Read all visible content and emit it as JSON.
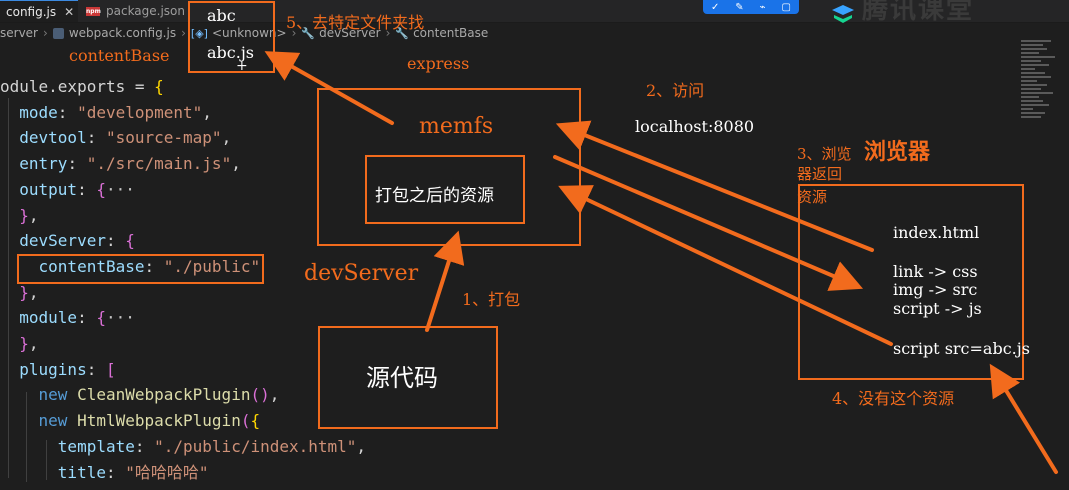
{
  "tabs": [
    {
      "label": "config.js",
      "active": true,
      "close": "✕"
    },
    {
      "label": "package.json",
      "active": false,
      "icon_text": "npm"
    }
  ],
  "breadcrumb": {
    "items": [
      "server",
      "webpack.config.js",
      "<unknown>",
      "devServer",
      "contentBase"
    ],
    "separator": "›"
  },
  "top_widget": {
    "icons": [
      "✓",
      "✎",
      "⌁",
      "▢"
    ]
  },
  "watermark": {
    "text": "腾讯课堂",
    "colors": {
      "logo_top": "#38a3ff",
      "logo_bottom": "#16d490"
    }
  },
  "code": {
    "lines": [
      {
        "parts": [
          [
            "odule.exports",
            "p"
          ],
          [
            " = ",
            "p"
          ],
          [
            "{",
            "b"
          ]
        ]
      },
      {
        "parts": [
          [
            "  mode",
            "k"
          ],
          [
            ": ",
            "p"
          ],
          [
            "\"development\"",
            "s"
          ],
          [
            ",",
            "p"
          ]
        ]
      },
      {
        "parts": [
          [
            "  devtool",
            "k"
          ],
          [
            ": ",
            "p"
          ],
          [
            "\"source-map\"",
            "s"
          ],
          [
            ",",
            "p"
          ]
        ]
      },
      {
        "parts": [
          [
            "  entry",
            "k"
          ],
          [
            ": ",
            "p"
          ],
          [
            "\"./src/main.js\"",
            "s"
          ],
          [
            ",",
            "p"
          ]
        ]
      },
      {
        "parts": [
          [
            "  output",
            "k"
          ],
          [
            ": ",
            "p"
          ],
          [
            "{",
            "r"
          ],
          [
            "···",
            "f"
          ]
        ]
      },
      {
        "parts": [
          [
            "  ",
            "p"
          ],
          [
            "}",
            "r"
          ],
          [
            ",",
            "p"
          ]
        ]
      },
      {
        "parts": [
          [
            "  devServer",
            "k"
          ],
          [
            ": ",
            "p"
          ],
          [
            "{",
            "r"
          ]
        ]
      },
      {
        "parts": [
          [
            "    contentBase",
            "k"
          ],
          [
            ": ",
            "p"
          ],
          [
            "\"./public\"",
            "s"
          ]
        ]
      },
      {
        "parts": [
          [
            "  ",
            "p"
          ],
          [
            "}",
            "r"
          ],
          [
            ",",
            "p"
          ]
        ]
      },
      {
        "parts": [
          [
            "  module",
            "k"
          ],
          [
            ": ",
            "p"
          ],
          [
            "{",
            "r"
          ],
          [
            "···",
            "f"
          ]
        ]
      },
      {
        "parts": [
          [
            "  ",
            "p"
          ],
          [
            "}",
            "r"
          ],
          [
            ",",
            "p"
          ]
        ]
      },
      {
        "parts": [
          [
            "  plugins",
            "k"
          ],
          [
            ": ",
            "p"
          ],
          [
            "[",
            "r"
          ]
        ]
      },
      {
        "parts": [
          [
            "    ",
            "p"
          ],
          [
            "new ",
            "w"
          ],
          [
            "CleanWebpackPlugin",
            "c"
          ],
          [
            "()",
            "q"
          ],
          [
            ",",
            "p"
          ]
        ]
      },
      {
        "parts": [
          [
            "    ",
            "p"
          ],
          [
            "new ",
            "w"
          ],
          [
            "HtmlWebpackPlugin",
            "c"
          ],
          [
            "(",
            "q"
          ],
          [
            "{",
            "b"
          ]
        ]
      },
      {
        "parts": [
          [
            "      template",
            "k"
          ],
          [
            ": ",
            "p"
          ],
          [
            "\"./public/index.html\"",
            "s"
          ],
          [
            ",",
            "p"
          ]
        ]
      },
      {
        "parts": [
          [
            "      title",
            "k"
          ],
          [
            ": ",
            "p"
          ],
          [
            "\"哈哈哈哈\"",
            "s"
          ]
        ]
      }
    ]
  },
  "annotations": {
    "abc_box": {
      "line1": "abc",
      "line2": "abc.js"
    },
    "contentbase_label": "contentBase",
    "step5": "5、去特定文件夹找",
    "express": "express",
    "memfs": "memfs",
    "bundled": "打包之后的资源",
    "devserver": "devServer",
    "step2": "2、访问",
    "localhost": "localhost:8080",
    "step3": [
      "3、浏览",
      "器返回",
      "资源"
    ],
    "browser_title": "浏览器",
    "browser_items": [
      "index.html",
      "link -> css",
      "img -> src",
      "script -> js",
      "script src=abc.js"
    ],
    "step1": "1、打包",
    "source_code": "源代码",
    "step4": "4、没有这个资源"
  },
  "colors": {
    "accent": "#f26b1d",
    "editor_bg": "#1e1e1e"
  }
}
